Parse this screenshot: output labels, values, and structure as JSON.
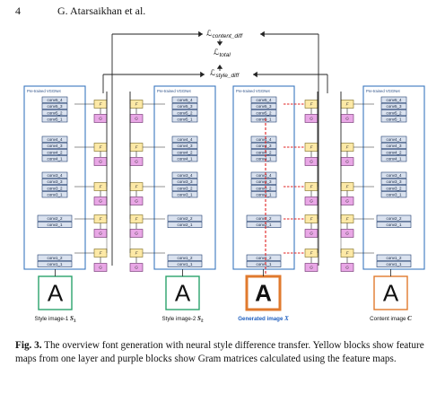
{
  "header": {
    "page_number": "4",
    "authors": "G. Atarsaikhan et al."
  },
  "figure": {
    "loss_content": "ℒ",
    "loss_content_sub": "content_diff",
    "loss_total": "ℒ",
    "loss_total_sub": "total",
    "loss_style": "ℒ",
    "loss_style_sub": "style_diff",
    "network_title": "Pre-trained VGGNet",
    "vgg_blocks": [
      [
        "conv5_4",
        "conv5_3",
        "conv5_2",
        "conv5_1"
      ],
      [
        "conv4_4",
        "conv4_3",
        "conv4_2",
        "conv4_1"
      ],
      [
        "conv3_4",
        "conv3_3",
        "conv3_2",
        "conv3_1"
      ],
      [
        "conv2_2",
        "conv2_1"
      ],
      [
        "conv1_2",
        "conv1_1"
      ]
    ],
    "images": [
      {
        "label": "Style image-1 ",
        "sym": "S",
        "sub": "1",
        "letter": "A",
        "border": "#2aa36b",
        "label_color": "#111111",
        "generated": false
      },
      {
        "label": "Style image-2 ",
        "sym": "S",
        "sub": "2",
        "letter": "A",
        "border": "#2aa36b",
        "label_color": "#111111",
        "generated": false
      },
      {
        "label": "Generated image ",
        "sym": "X",
        "sub": "",
        "letter": "A",
        "border": "#e07a2e",
        "label_color": "#1f5fbf",
        "generated": true
      },
      {
        "label": "Content image ",
        "sym": "C",
        "sub": "",
        "letter": "A",
        "border": "#e07a2e",
        "label_color": "#111111",
        "generated": false
      }
    ],
    "colors": {
      "network_border": "#3b78c0",
      "conv_fill": "#d9e1ee",
      "conv_border": "#1f3c6e",
      "feature_fill": "#fde9a6",
      "feature_border": "#7a6a1e",
      "gram_fill": "#e9a7e6",
      "gram_border": "#6a2a6a",
      "dashed_red": "#e02020"
    }
  },
  "caption": {
    "label": "Fig. 3.",
    "text": " The overview font generation with neural style difference transfer. Yellow blocks show feature maps from one layer and purple blocks show Gram matrices calculated using the feature maps."
  }
}
